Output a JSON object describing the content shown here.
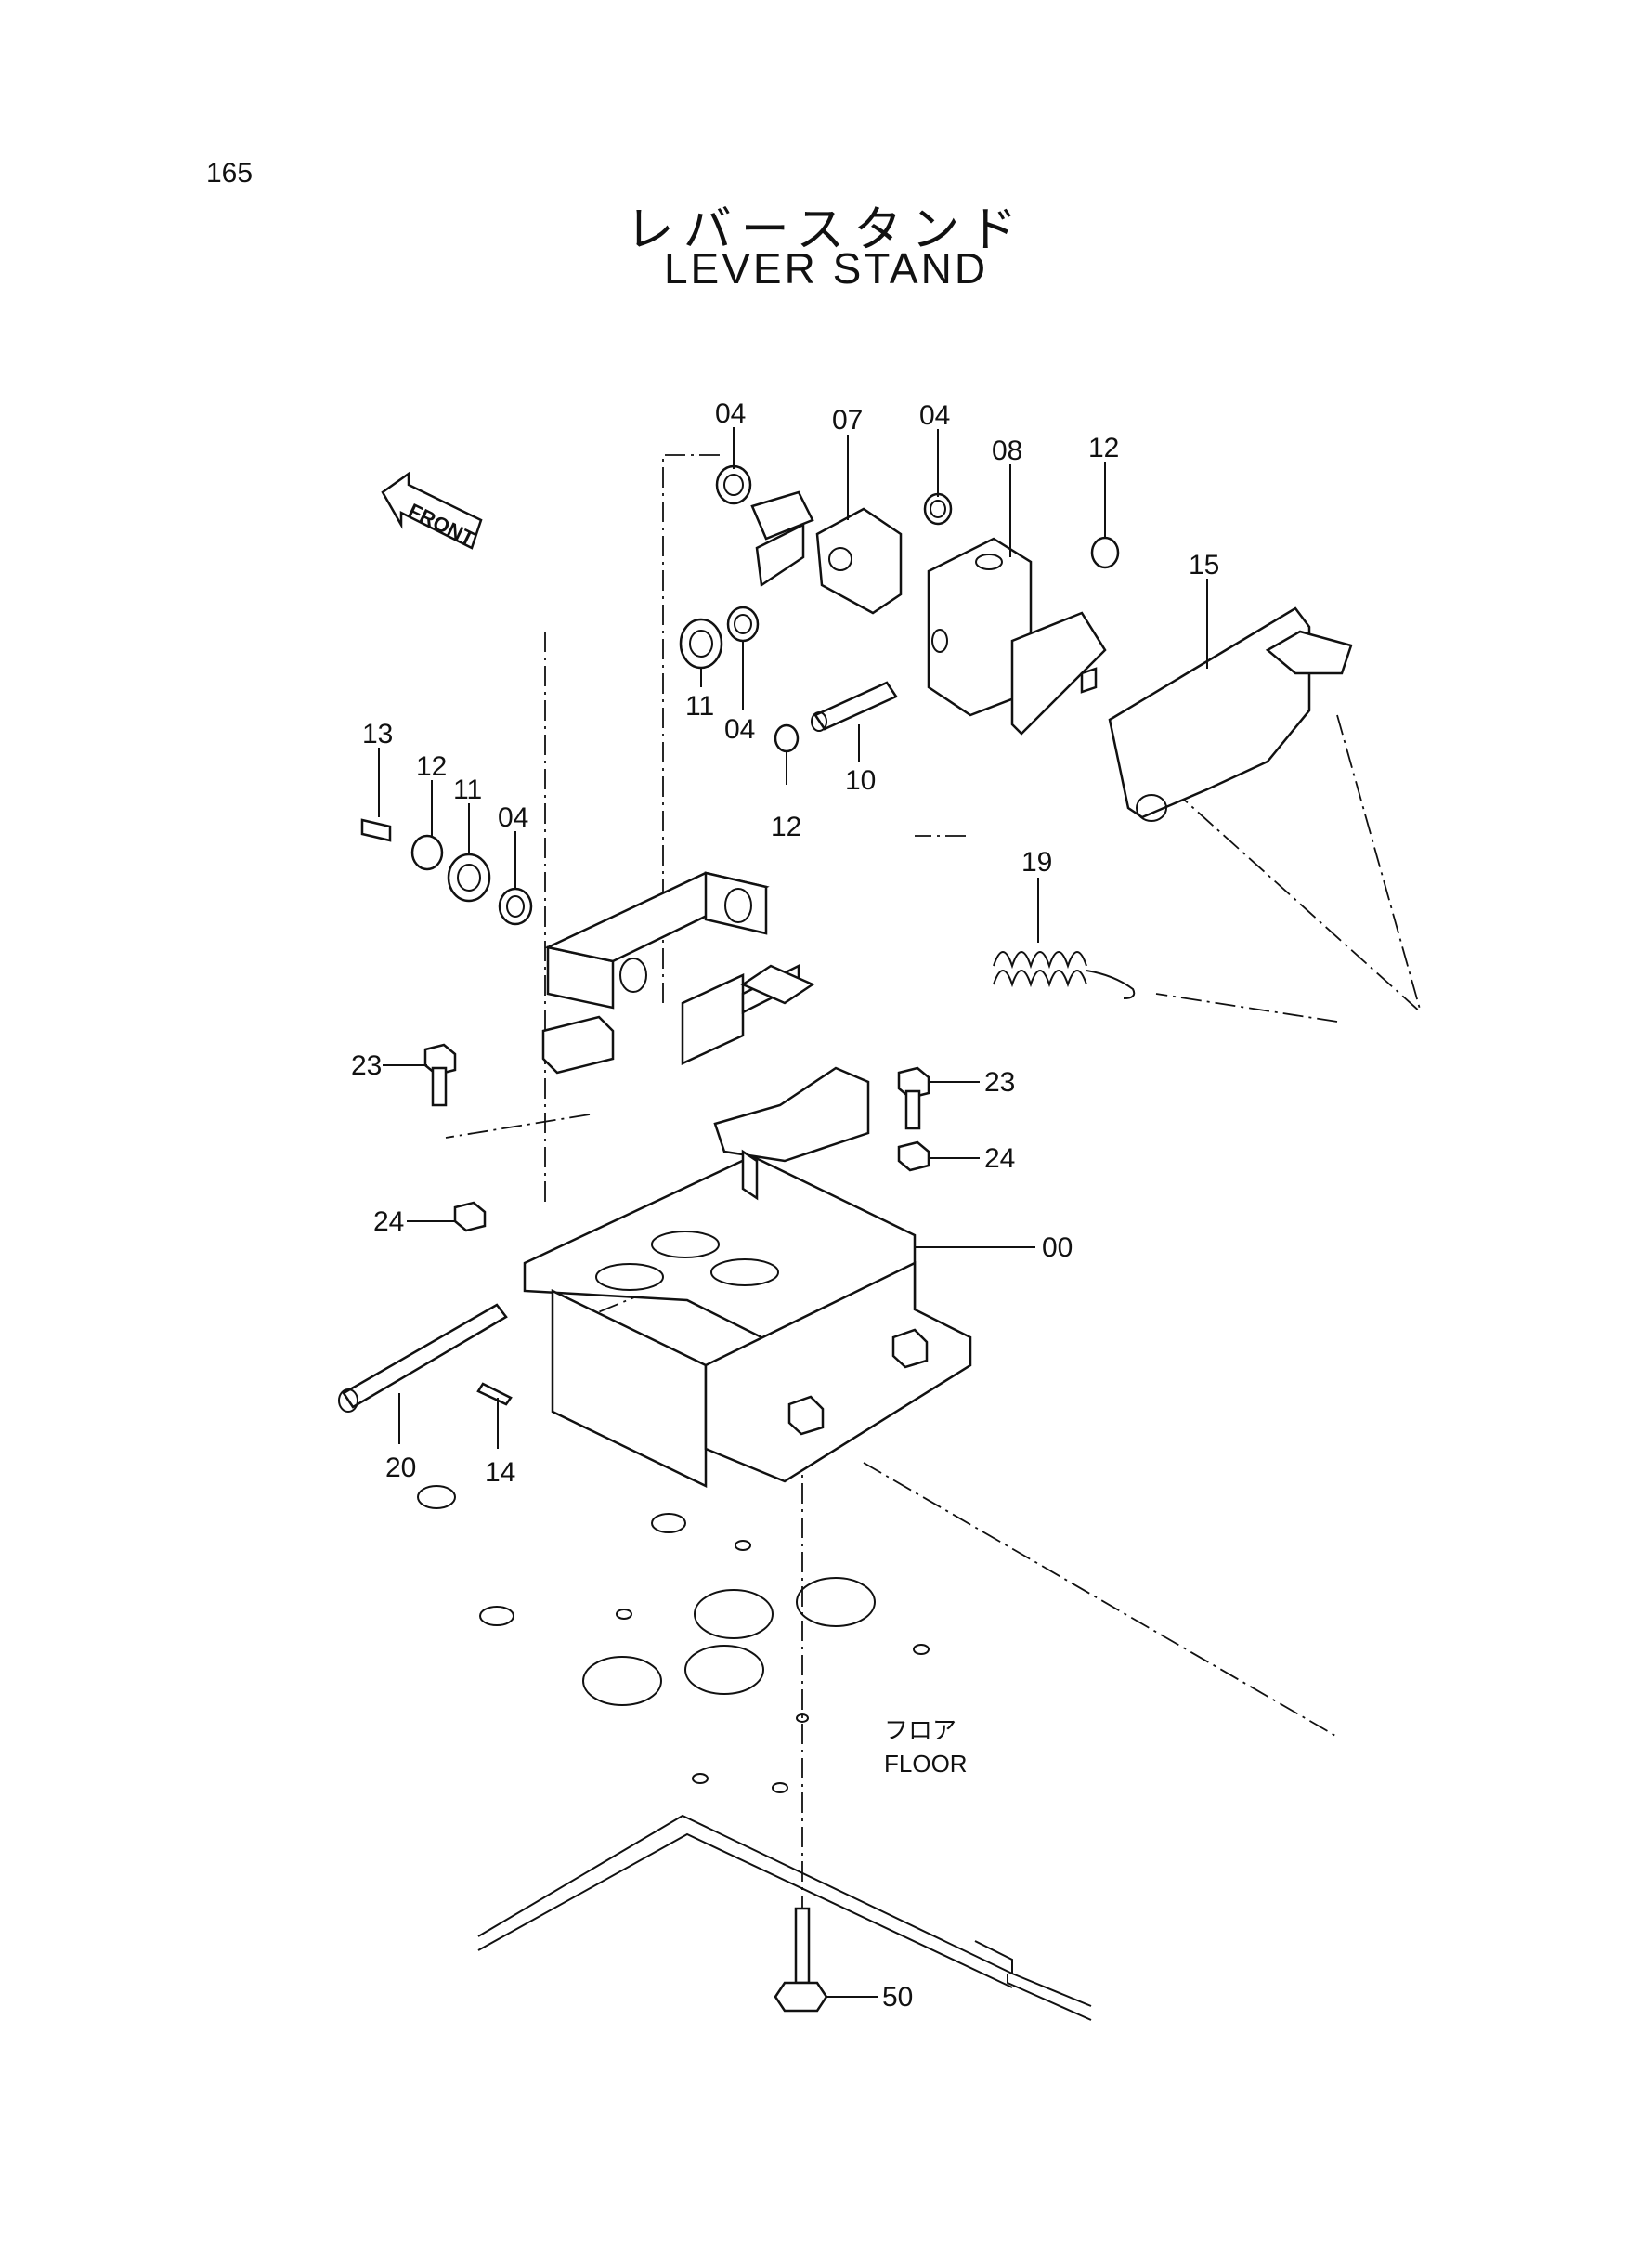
{
  "page_number": "165",
  "title_jp": "レバースタンド",
  "title_en": "LEVER STAND",
  "direction_marker": "FRONT",
  "floor_label_jp": "フロア",
  "floor_label_en": "FLOOR",
  "callouts": [
    {
      "id": "c-04a",
      "label": "04"
    },
    {
      "id": "c-07",
      "label": "07"
    },
    {
      "id": "c-04b",
      "label": "04"
    },
    {
      "id": "c-08",
      "label": "08"
    },
    {
      "id": "c-12a",
      "label": "12"
    },
    {
      "id": "c-15",
      "label": "15"
    },
    {
      "id": "c-11a",
      "label": "11"
    },
    {
      "id": "c-04c",
      "label": "04"
    },
    {
      "id": "c-10",
      "label": "10"
    },
    {
      "id": "c-12b",
      "label": "12"
    },
    {
      "id": "c-13",
      "label": "13"
    },
    {
      "id": "c-12c",
      "label": "12"
    },
    {
      "id": "c-11b",
      "label": "11"
    },
    {
      "id": "c-04d",
      "label": "04"
    },
    {
      "id": "c-19",
      "label": "19"
    },
    {
      "id": "c-23a",
      "label": "23"
    },
    {
      "id": "c-23b",
      "label": "23"
    },
    {
      "id": "c-24a",
      "label": "24"
    },
    {
      "id": "c-24b",
      "label": "24"
    },
    {
      "id": "c-00",
      "label": "00"
    },
    {
      "id": "c-20",
      "label": "20"
    },
    {
      "id": "c-14",
      "label": "14"
    },
    {
      "id": "c-50",
      "label": "50"
    }
  ]
}
